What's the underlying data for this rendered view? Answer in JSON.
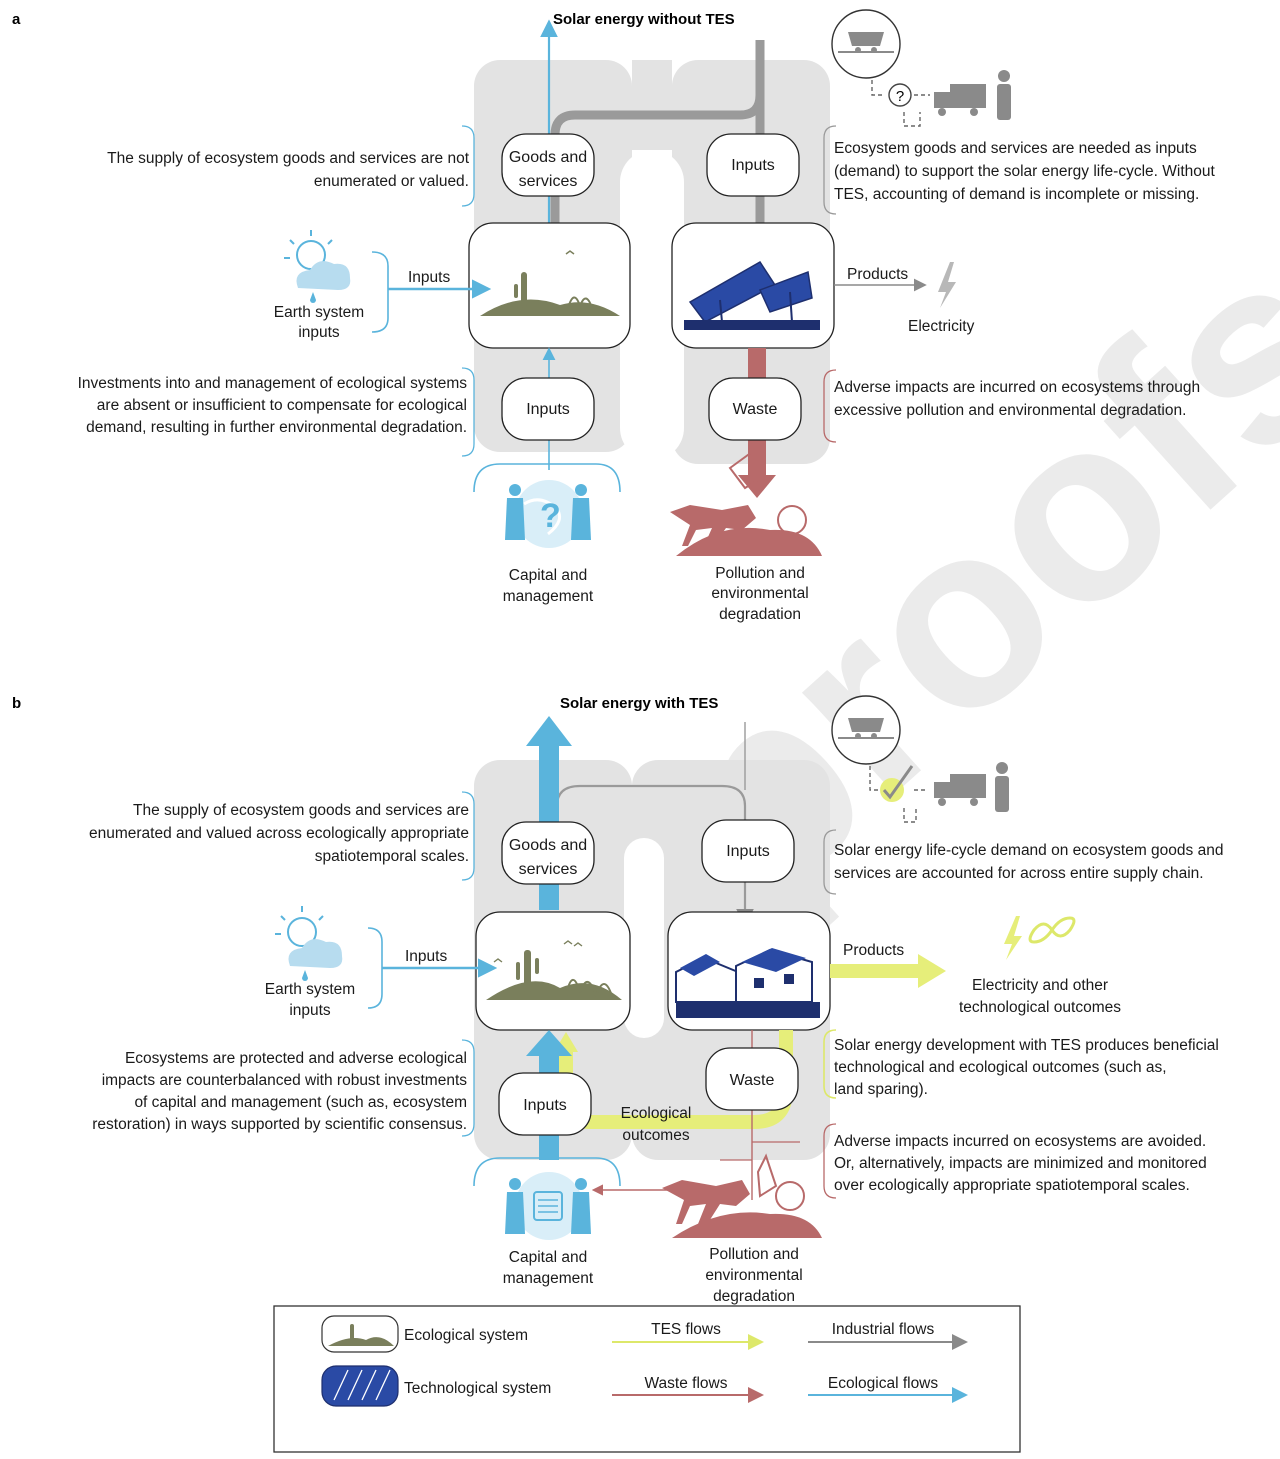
{
  "panels": [
    {
      "letter": "a",
      "title": "Solar energy without TES",
      "goods_box": [
        "Goods and",
        "services"
      ],
      "inputs_top_box": "Inputs",
      "inputs_left_arrow": "Inputs",
      "inputs_bottom_box": "Inputs",
      "waste_box": "Waste",
      "products_label": "Products",
      "electricity_label": "Electricity",
      "earth_label": [
        "Earth system",
        "inputs"
      ],
      "capital_label": [
        "Capital and",
        "management"
      ],
      "pollution_label": [
        "Pollution and",
        "environmental",
        "degradation"
      ],
      "supply_note": [
        "The supply of ecosystem goods and services are not",
        "enumerated or valued."
      ],
      "demand_note": [
        "Ecosystem goods and services are needed as inputs",
        "(demand) to support the solar energy life-cycle. Without",
        "TES, accounting of demand is incomplete or missing."
      ],
      "investment_note": [
        "Investments into and management of ecological systems",
        "are absent or insufficient to compensate for ecological",
        "demand, resulting in further environmental degradation."
      ],
      "waste_note": [
        "Adverse impacts are incurred on ecosystems through",
        "excessive pollution and environmental degradation."
      ],
      "supply_chain_mark": "?"
    },
    {
      "letter": "b",
      "title": "Solar energy with TES",
      "goods_box": [
        "Goods and",
        "services"
      ],
      "inputs_top_box": "Inputs",
      "inputs_left_arrow": "Inputs",
      "inputs_bottom_box": "Inputs",
      "waste_box": "Waste",
      "products_label": "Products",
      "ecological_outcomes_label": [
        "Ecological",
        "outcomes"
      ],
      "electricity_label": [
        "Electricity and other",
        "technological outcomes"
      ],
      "earth_label": [
        "Earth system",
        "inputs"
      ],
      "capital_label": [
        "Capital and",
        "management"
      ],
      "pollution_label": [
        "Pollution and",
        "environmental",
        "degradation"
      ],
      "supply_note": [
        "The supply of ecosystem goods and services are",
        "enumerated and valued across ecologically appropriate",
        "spatiotemporal scales."
      ],
      "demand_note": [
        "Solar energy life-cycle demand on ecosystem goods and",
        "services are accounted for across entire supply chain."
      ],
      "investment_note": [
        "Ecosystems are protected and adverse ecological",
        "impacts are counterbalanced with robust investments",
        "of capital and management (such as, ecosystem",
        "restoration) in ways supported by scientific consensus."
      ],
      "tes_note": [
        "Solar energy development with TES produces beneficial",
        "technological and ecological outcomes (such as,",
        "land sparing)."
      ],
      "waste_note": [
        "Adverse impacts incurred on ecosystems are avoided.",
        "Or, alternatively, impacts are minimized and monitored",
        "over ecologically appropriate spatiotemporal scales."
      ]
    }
  ],
  "legend": {
    "ecological_system": "Ecological system",
    "technological_system": "Technological  system",
    "tes_flows": "TES flows",
    "industrial_flows": "Industrial flows",
    "waste_flows": "Waste flows",
    "ecological_flows": "Ecological flows"
  },
  "watermark": "proofs",
  "colors": {
    "ecological_flow": "#5ab4dc",
    "industrial_flow": "#9a9a9a",
    "waste_flow": "#b86a6a",
    "tes_flow": "#e6ee7a",
    "system_background": "#e3e3e3",
    "technology_blue": "#1e2f6e",
    "ground_green": "#7a7f5c"
  },
  "icons": [
    "sun-cloud-icon",
    "mine-cart-icon",
    "truck-icon",
    "worker-icon",
    "lightning-icon",
    "infinity-icon",
    "solar-panel-icon",
    "desert-ecosystem-icon",
    "globe-people-icon",
    "polluted-animal-icon",
    "checkmark-icon",
    "question-mark-icon"
  ]
}
